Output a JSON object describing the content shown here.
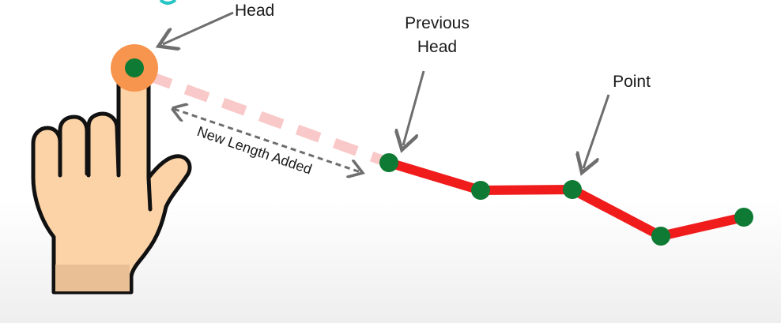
{
  "labels": {
    "head": "Head",
    "previous_head_line1": "Previous",
    "previous_head_line2": "Head",
    "point": "Point",
    "new_length": "New Length Added"
  },
  "colors": {
    "snake_body": "#f01c1c",
    "snake_point": "#0e7a33",
    "head_ring": "#f7944e",
    "new_length_trail": "#f9c9c9",
    "hand_skin": "#fcd3a7",
    "hand_outline": "#111111",
    "arrow": "#6e6e6e",
    "corner_accent": "#27c4c4"
  }
}
